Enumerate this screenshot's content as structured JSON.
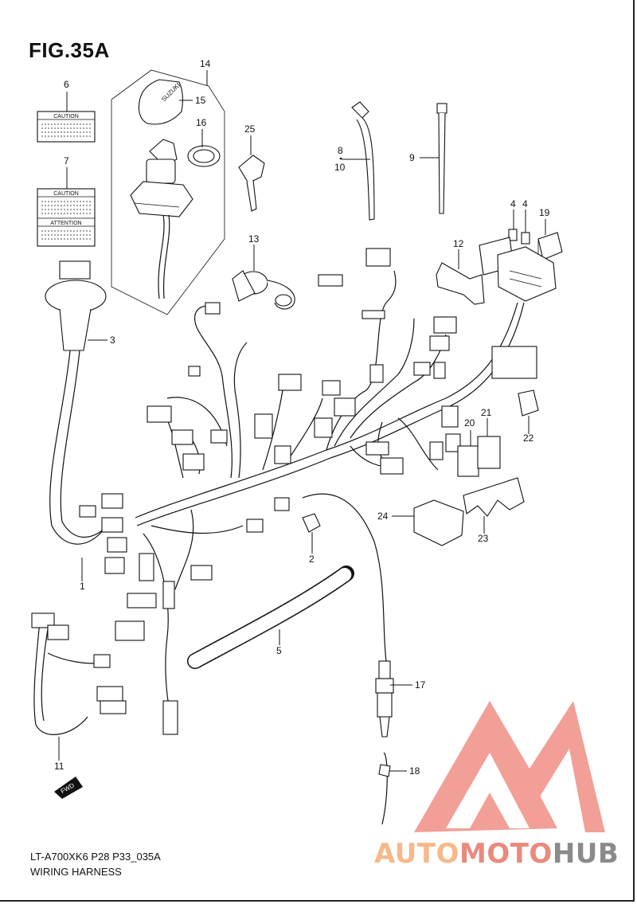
{
  "figure": {
    "title": "FIG.35A",
    "model_code": "LT-A700XK6 P28 P33_035A",
    "name": "WIRING HARNESS"
  },
  "labels": {
    "caution_small": "CAUTION",
    "caution_large": "CAUTION",
    "attention": "ATTENTION",
    "key_brand": "SUZUKI",
    "fwd": "FWD"
  },
  "callouts": [
    "1",
    "2",
    "3",
    "4",
    "4",
    "5",
    "6",
    "7",
    "8",
    "10",
    "9",
    "11",
    "12",
    "13",
    "14",
    "15",
    "16",
    "17",
    "18",
    "19",
    "20",
    "21",
    "22",
    "23",
    "24",
    "25"
  ],
  "watermark": {
    "part1": "AUTO",
    "part2": "MOTO",
    "part3": "HUB",
    "colors": {
      "logo": "#f08f86",
      "text_auto": "#f5b98a",
      "text_moto": "#e98a7d",
      "text_hub": "#8a8a8a"
    }
  }
}
